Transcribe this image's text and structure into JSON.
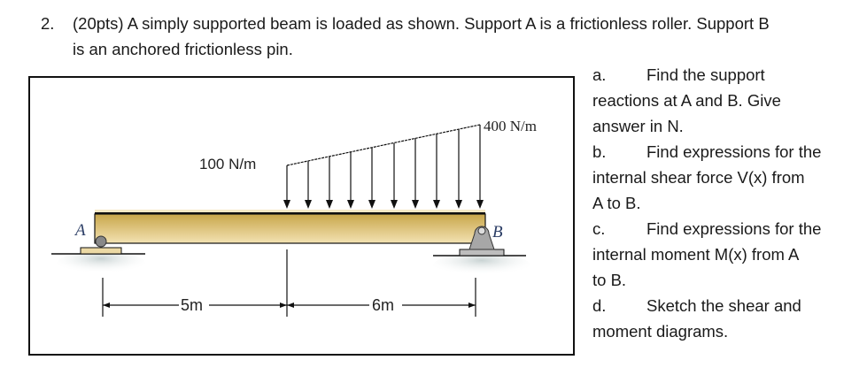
{
  "question": {
    "number": "2.",
    "line1": "(20pts) A simply supported beam is loaded as shown. Support A is a frictionless roller. Support B",
    "line2": "is an anchored frictionless pin."
  },
  "figure": {
    "support_a_label": "A",
    "support_b_label": "B",
    "load_start_label": "100 N/m",
    "load_end_label": "400 N/m",
    "dim_left_label": "5m",
    "dim_right_label": "6m",
    "colors": {
      "beam_fill_top": "#c8a64a",
      "beam_fill_bottom": "#f3e2b3",
      "beam_edge": "#1a1a1a",
      "ground_shadow": "#c9d3d3",
      "pin_support": "#a7a7a7",
      "roller_plate": "#ecd9a4"
    }
  },
  "parts": [
    {
      "label": "a.",
      "text_first": "Find the support",
      "continuation": [
        "reactions at A and B. Give",
        "answer in N."
      ]
    },
    {
      "label": "b.",
      "text_first": "Find expressions for the",
      "continuation": [
        "internal shear force V(x) from",
        "A to B."
      ]
    },
    {
      "label": "c.",
      "text_first": "Find expressions for the",
      "continuation": [
        "internal moment M(x) from A",
        "to B."
      ]
    },
    {
      "label": "d.",
      "text_first": "Sketch the shear and",
      "continuation": [
        "moment diagrams."
      ]
    }
  ]
}
